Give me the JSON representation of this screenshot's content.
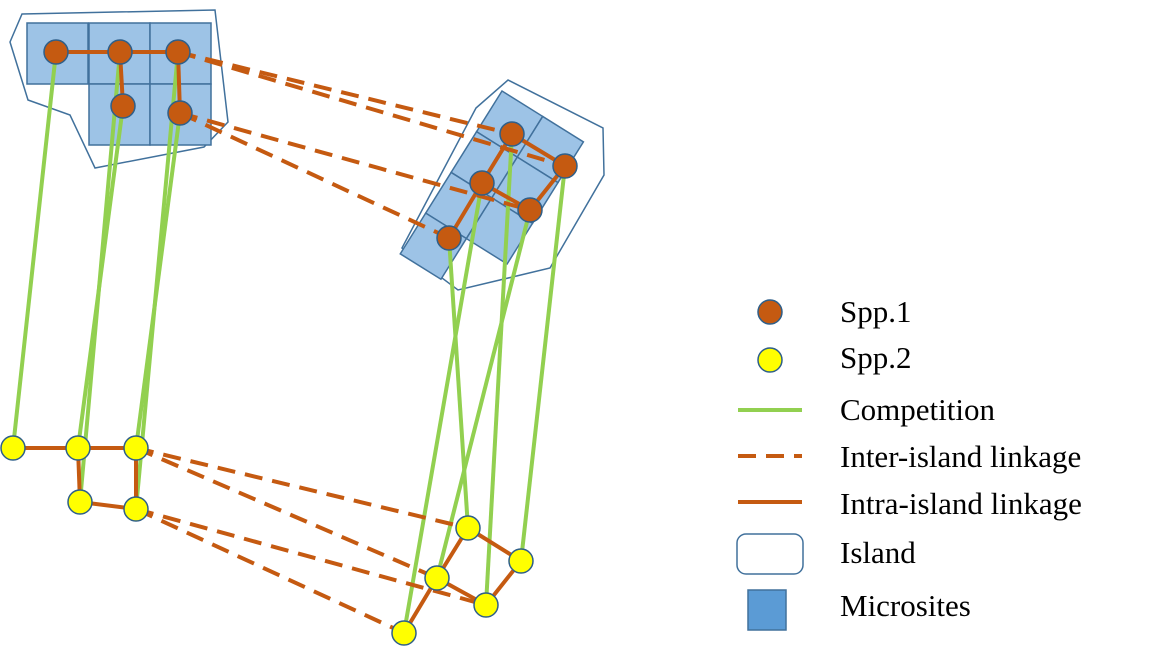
{
  "colors": {
    "spp1_fill": "#c55a11",
    "spp1_stroke": "#2e5f8a",
    "spp2_fill": "#ffff00",
    "spp2_stroke": "#2e5f8a",
    "competition": "#92d050",
    "linkage": "#c55a11",
    "island_stroke": "#41719c",
    "microsite_fill": "#9dc3e6",
    "microsite_stroke": "#41719c",
    "legend_microsite_fill": "#5b9bd5"
  },
  "legend": {
    "spp1": "Spp.1",
    "spp2": "Spp.2",
    "competition": "Competition",
    "inter_island": "Inter-island linkage",
    "intra_island": "Intra-island linkage",
    "island": "Island",
    "microsites": "Microsites"
  },
  "diagram": {
    "spp1_nodes": [
      "A1",
      "A2",
      "A3",
      "A4",
      "A5",
      "B1",
      "B2",
      "B3",
      "B4",
      "B5"
    ],
    "spp2_nodes": [
      "a1",
      "a2",
      "a3",
      "a4",
      "a5",
      "b1",
      "b2",
      "b3",
      "b4",
      "b5"
    ],
    "intra_edges_spp1": [
      [
        "A1",
        "A2"
      ],
      [
        "A2",
        "A3"
      ],
      [
        "A2",
        "A4"
      ],
      [
        "A3",
        "A5"
      ],
      [
        "B1",
        "B2"
      ],
      [
        "B1",
        "B3"
      ],
      [
        "B2",
        "B4"
      ],
      [
        "B2",
        "B5"
      ],
      [
        "B4",
        "B3"
      ]
    ],
    "intra_edges_spp2": [
      [
        "a1",
        "a2"
      ],
      [
        "a2",
        "a3"
      ],
      [
        "a2",
        "a4"
      ],
      [
        "a4",
        "a5"
      ],
      [
        "a3",
        "a5"
      ],
      [
        "b1",
        "b2"
      ],
      [
        "b1",
        "b3"
      ],
      [
        "b2",
        "b4"
      ],
      [
        "b2",
        "b5"
      ],
      [
        "b4",
        "b3"
      ]
    ],
    "inter_edges_spp1": [
      [
        "A3",
        "B1"
      ],
      [
        "A3",
        "B3"
      ],
      [
        "A5",
        "B4"
      ],
      [
        "A5",
        "B5"
      ]
    ],
    "inter_edges_spp2": [
      [
        "a3",
        "b1"
      ],
      [
        "a3",
        "b2"
      ],
      [
        "a5",
        "b4"
      ],
      [
        "a5",
        "b5"
      ]
    ],
    "competition_edges": [
      [
        "A1",
        "a1"
      ],
      [
        "A2",
        "a4"
      ],
      [
        "A3",
        "a5"
      ],
      [
        "A4",
        "a2"
      ],
      [
        "A5",
        "a3"
      ],
      [
        "B1",
        "b4"
      ],
      [
        "B2",
        "b5"
      ],
      [
        "B3",
        "b3"
      ],
      [
        "B4",
        "b2"
      ],
      [
        "B5",
        "b1"
      ]
    ]
  }
}
